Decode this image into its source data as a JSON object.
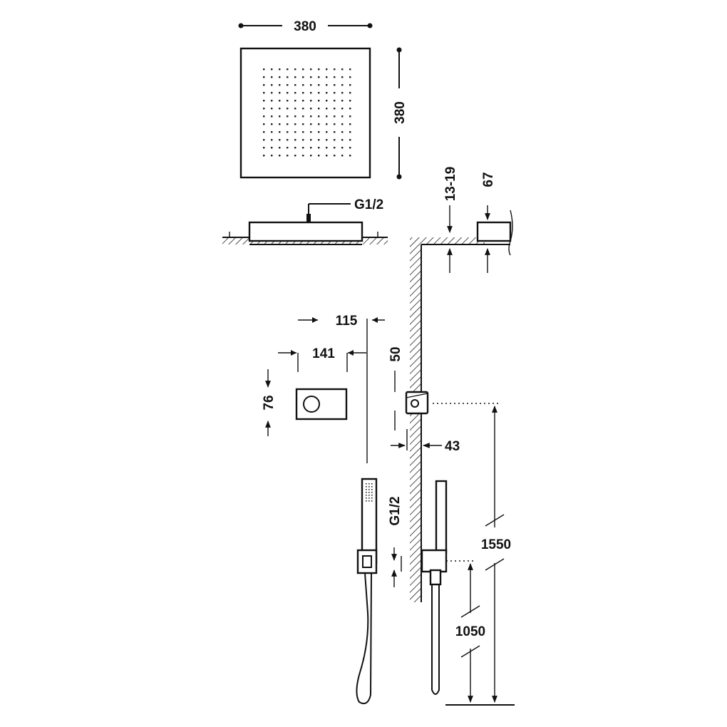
{
  "dimensions": {
    "rain_width": "380",
    "rain_height": "380",
    "inlet_top": "G1/2",
    "ceiling_gap": "13-19",
    "depth": "67",
    "plate_outer": "115",
    "plate_inner": "141",
    "plate_height": "76",
    "bracket_height": "50",
    "bracket_depth": "43",
    "inlet_side": "G1/2",
    "height_bracket": "1550",
    "height_outlet": "1050"
  }
}
